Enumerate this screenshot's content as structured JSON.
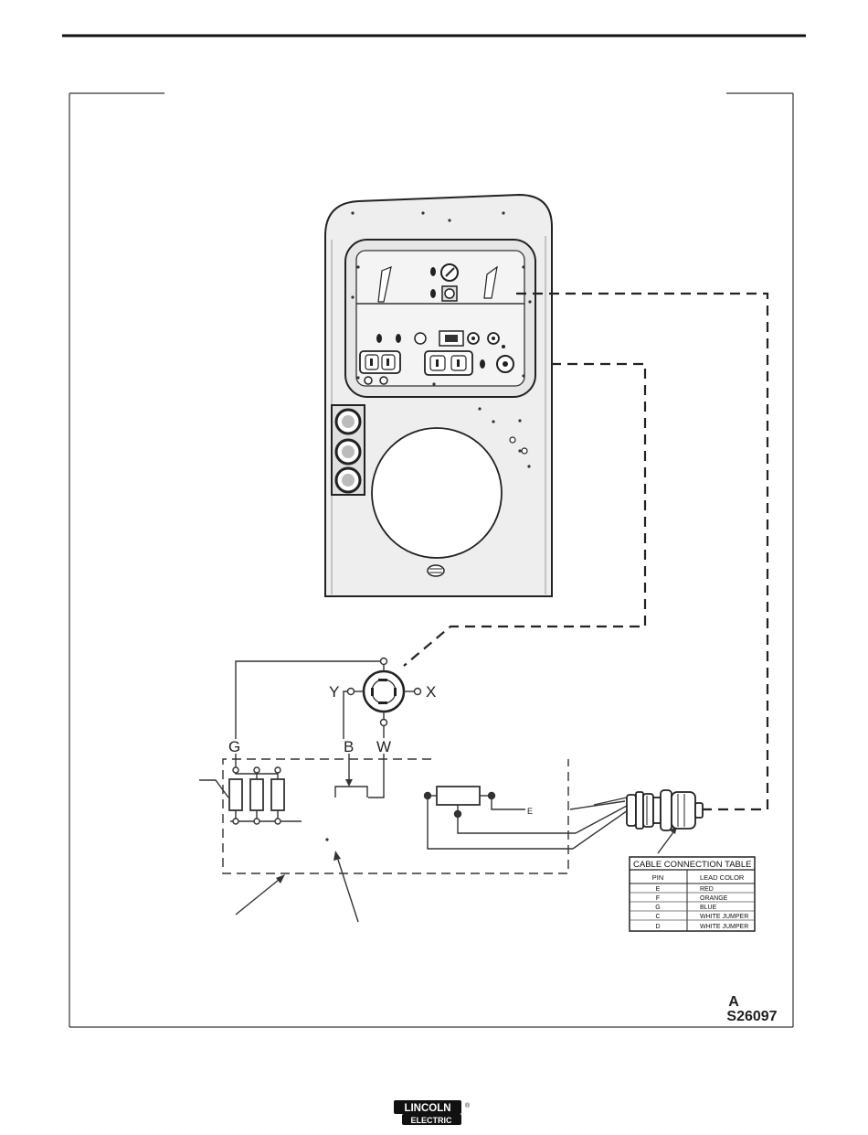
{
  "labels": {
    "y": "Y",
    "x": "X",
    "w": "W",
    "g": "G",
    "b": "B",
    "e": "E"
  },
  "cable_table": {
    "title": "CABLE CONNECTION TABLE",
    "headers": [
      "PIN",
      "LEAD COLOR"
    ],
    "rows": [
      [
        "E",
        "RED"
      ],
      [
        "F",
        "ORANGE"
      ],
      [
        "G",
        "BLUE"
      ],
      [
        "C",
        "WHITE JUMPER"
      ],
      [
        "D",
        "WHITE JUMPER"
      ]
    ]
  },
  "drawing": {
    "revision": "A",
    "number": "S26097"
  },
  "logo": {
    "line1": "LINCOLN",
    "line2": "ELECTRIC",
    "registered": "®"
  }
}
